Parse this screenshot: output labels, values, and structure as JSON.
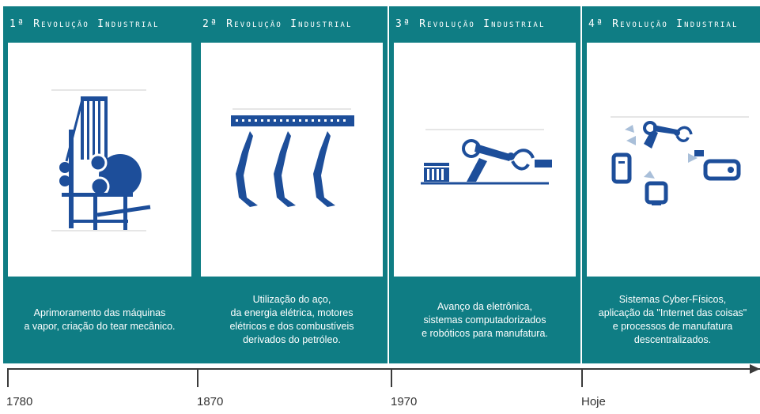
{
  "panels": [
    {
      "title": "1ª Revolução Industrial",
      "description": "Aprimoramento das máquinas\na vapor, criação do tear mecânico.",
      "illustration": "mechanical-loom-icon"
    },
    {
      "title": "2ª Revolução Industrial",
      "description": "Utilização do aço,\nda energia elétrica, motores\nelétricos e dos combustíveis\nderivados do petróleo.",
      "illustration": "assembly-line-icon"
    },
    {
      "title": "3ª Revolução Industrial",
      "description": "Avanço da eletrônica,\nsistemas computadorizados\ne robóticos para manufatura.",
      "illustration": "robotic-arm-icon"
    },
    {
      "title": "4ª Revolução Industrial",
      "description": "Sistemas Cyber-Físicos,\naplicação da \"Internet das coisas\"\ne processos de manufatura\ndescentralizados.",
      "illustration": "connected-devices-icon"
    }
  ],
  "timeline": {
    "labels": [
      "1780",
      "1870",
      "1970",
      "Hoje"
    ]
  },
  "colors": {
    "panel": "#0f7d84",
    "icon": "#1d4e9a",
    "timeline": "#3b3b3b"
  }
}
